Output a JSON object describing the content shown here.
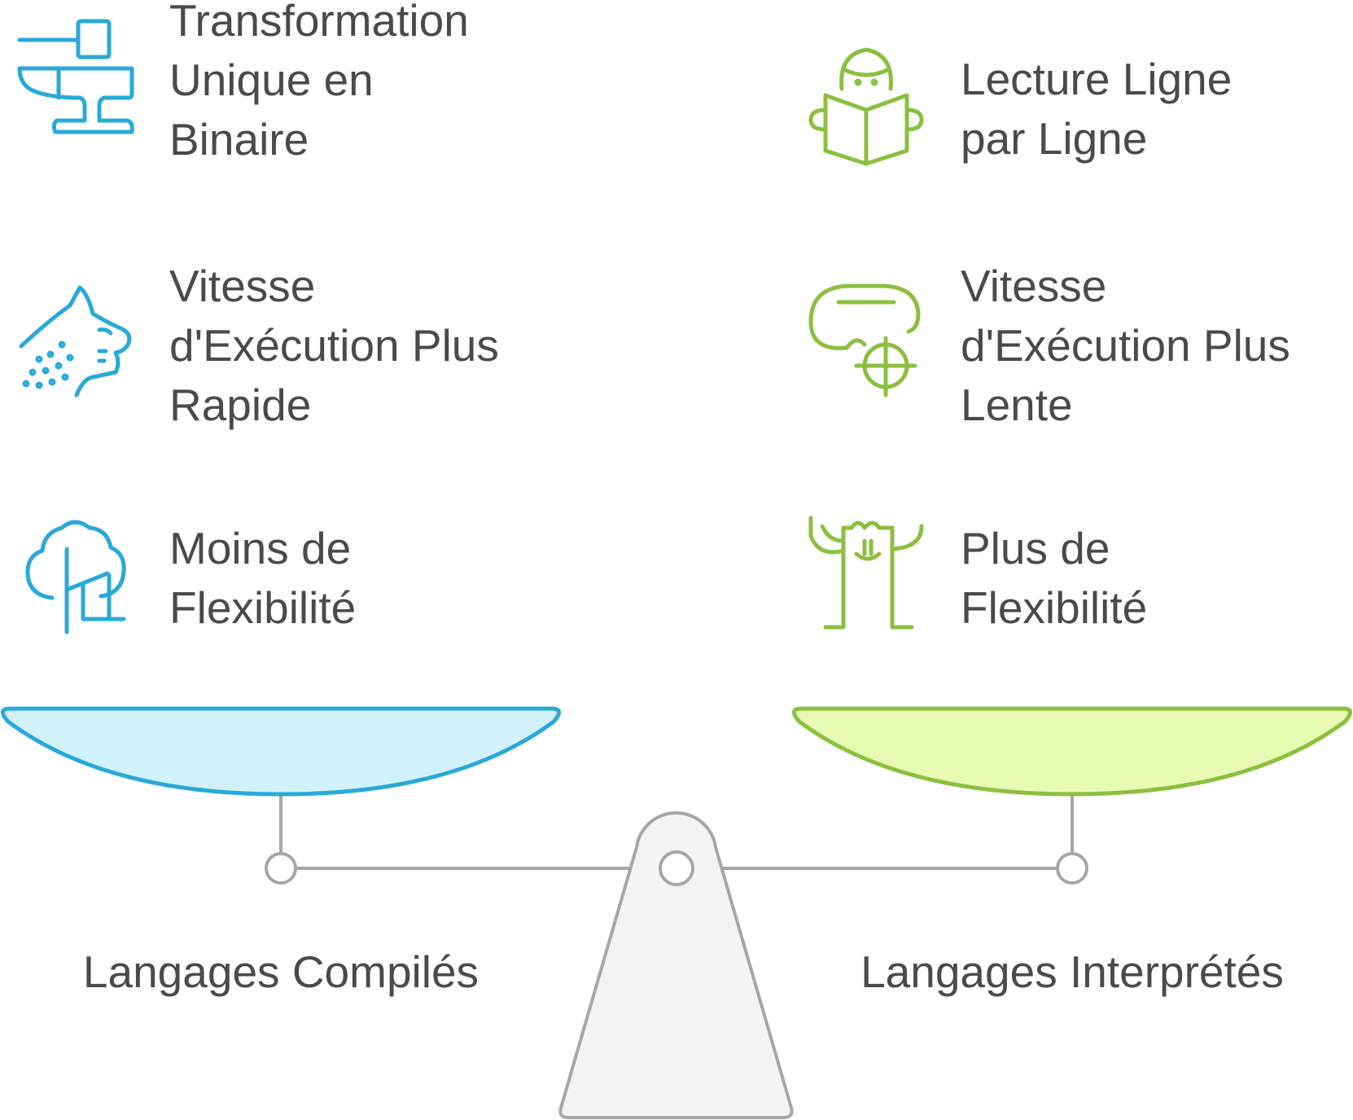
{
  "colors": {
    "left_accent": "#29A9D8",
    "left_fill": "#D2F2FB",
    "right_accent": "#8CBF3F",
    "right_fill": "#E8FBB2",
    "frame": "#A6A6A6",
    "frame_fill": "#F3F3F3",
    "text": "#4A4A4A"
  },
  "left": {
    "title": "Langages Compilés",
    "items": [
      {
        "icon": "anvil-hammer-icon",
        "lines": [
          "Transformation",
          "Unique en",
          "Binaire"
        ]
      },
      {
        "icon": "cheetah-icon",
        "lines": [
          "Vitesse",
          "d'Exécution Plus",
          "Rapide"
        ]
      },
      {
        "icon": "tree-icon",
        "lines": [
          "Moins de",
          "Flexibilité"
        ]
      }
    ]
  },
  "right": {
    "title": "Langages Interprétés",
    "items": [
      {
        "icon": "person-reading-book-icon",
        "lines": [
          "Lecture Ligne",
          "par Ligne"
        ]
      },
      {
        "icon": "snail-target-icon",
        "lines": [
          "Vitesse",
          "d'Exécution Plus",
          "Lente"
        ]
      },
      {
        "icon": "bamboo-figure-icon",
        "lines": [
          "Plus de",
          "Flexibilité"
        ]
      }
    ]
  }
}
